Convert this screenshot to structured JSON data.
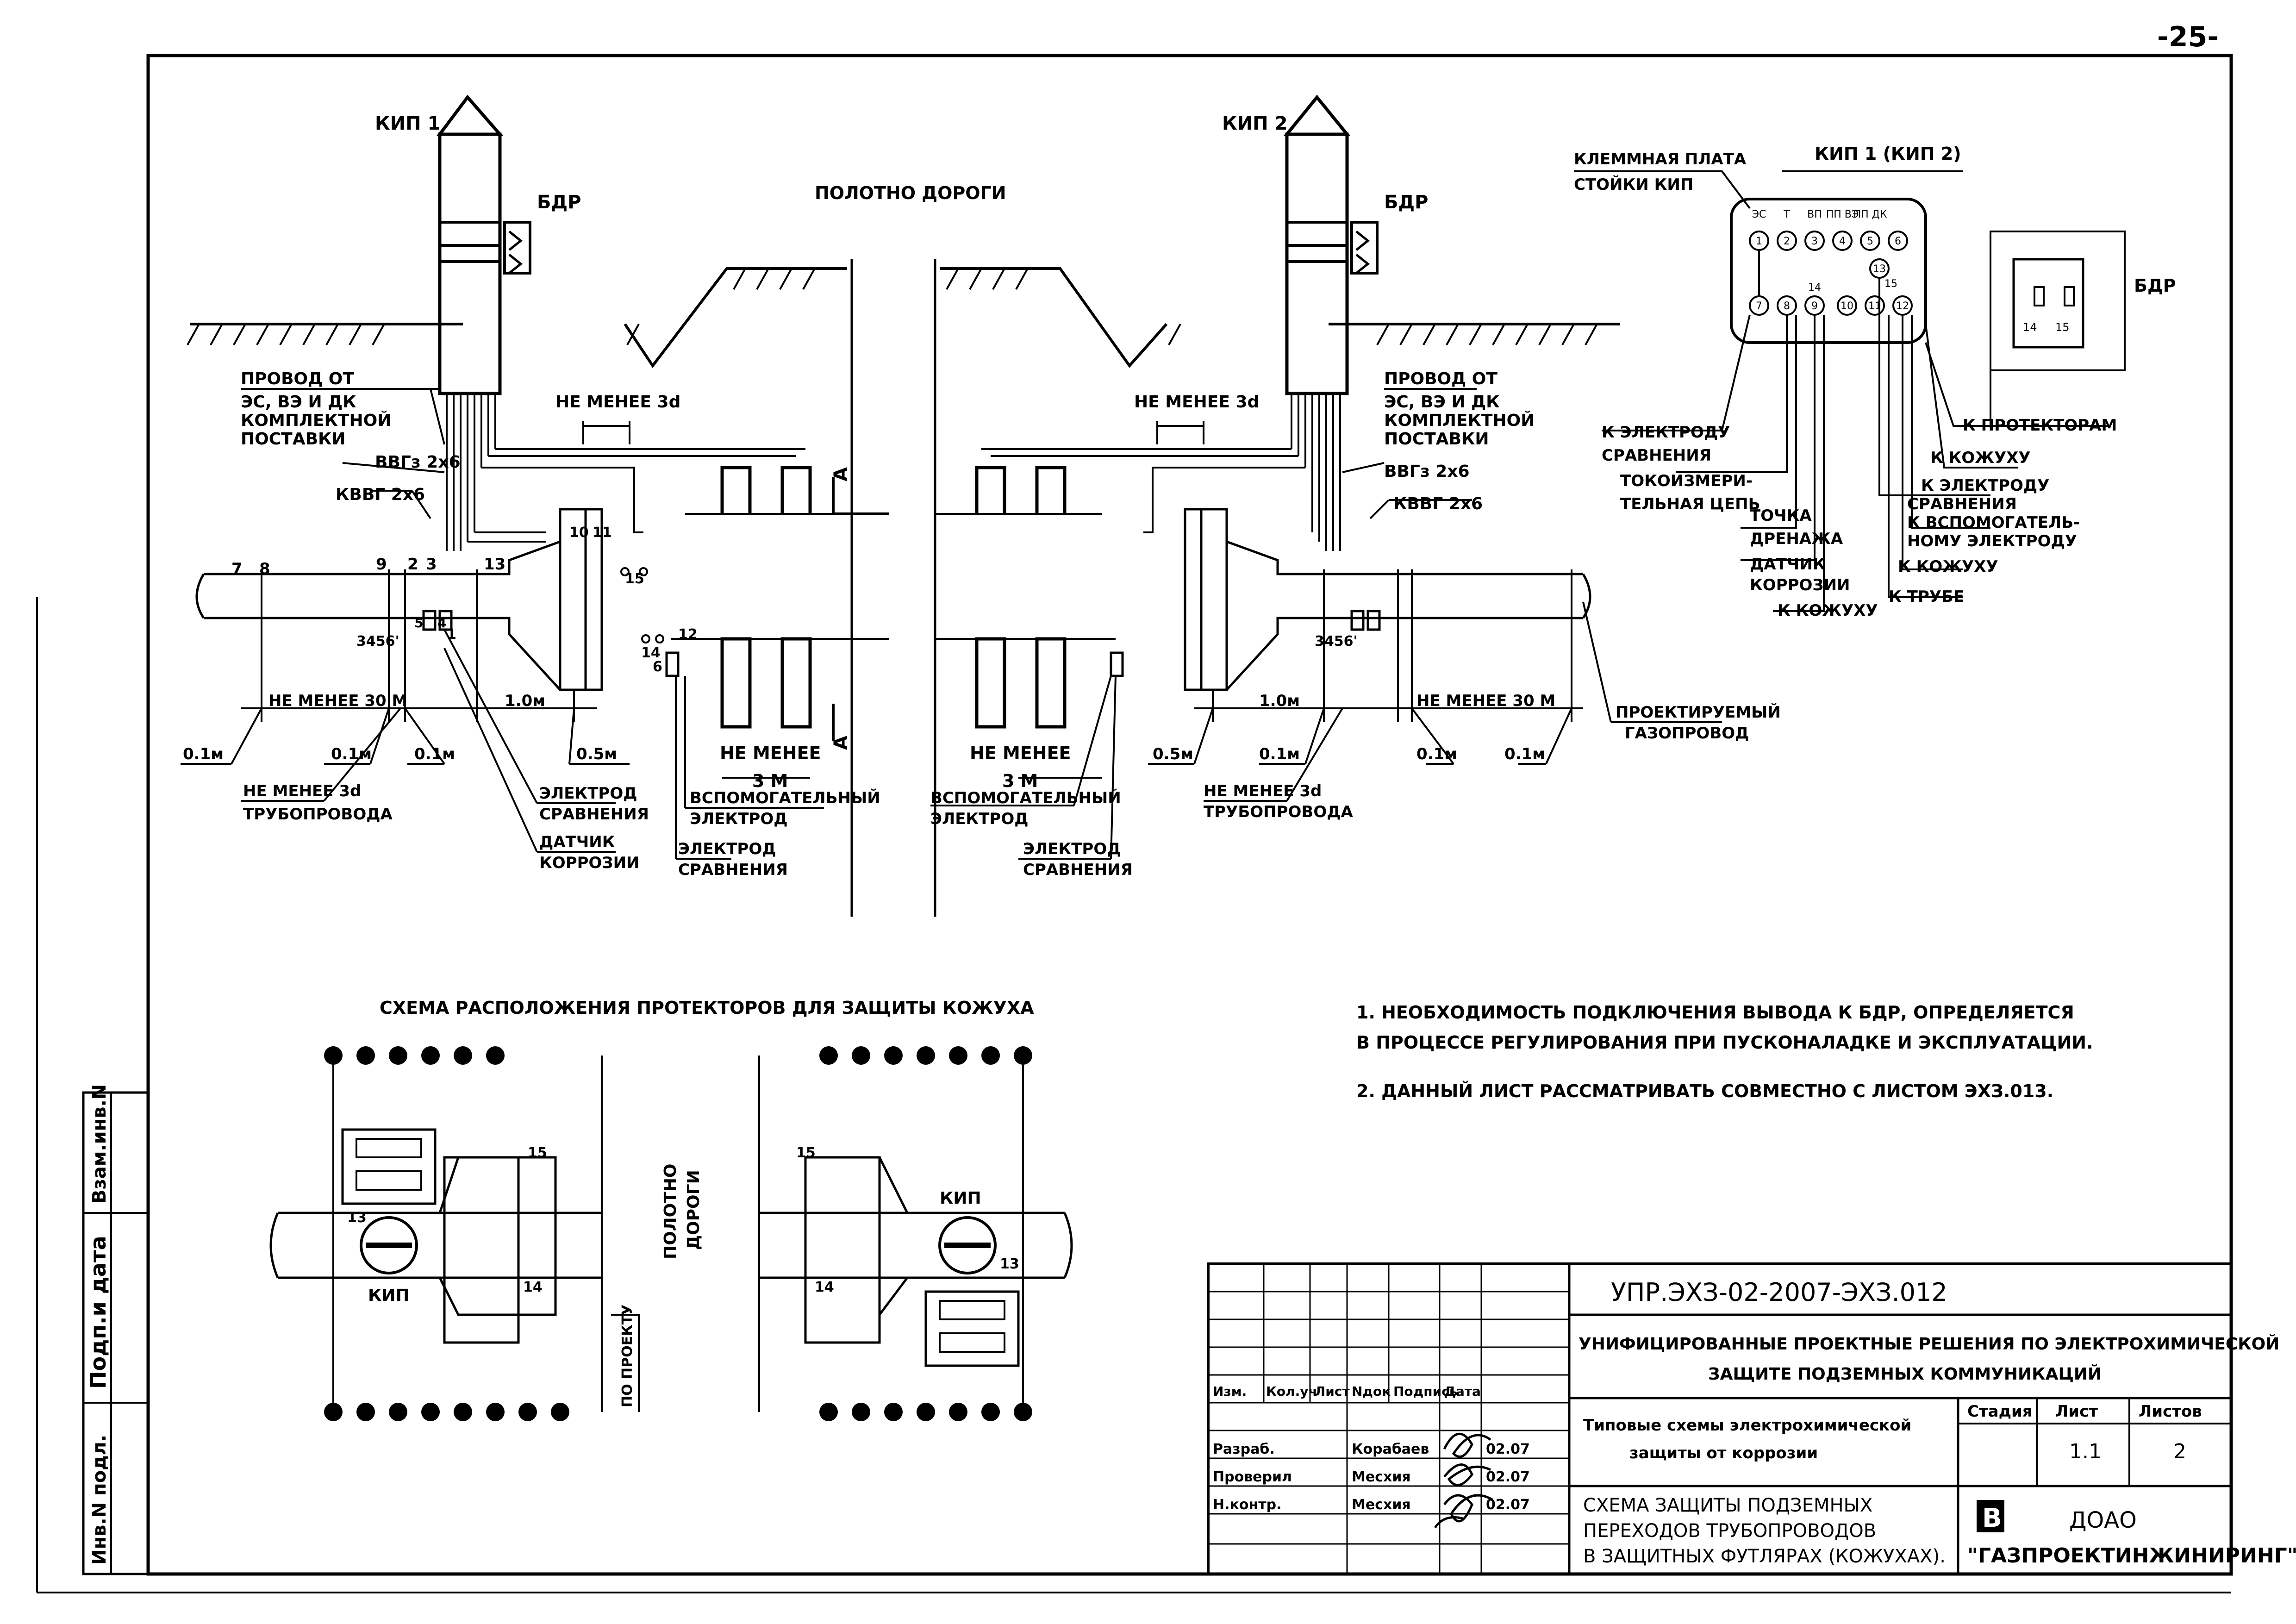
{
  "page_number": "-25-",
  "left_diagram": {
    "kip_label": "КИП 1",
    "bdr_label": "БДР",
    "wire_label_lines": [
      "ПРОВОД ОТ",
      "ЭС, ВЭ И ДК",
      "КОМПЛЕКТНОЙ",
      "ПОСТАВКИ"
    ],
    "cable1": "ВВГз 2х6",
    "cable2": "КВВГ 2х6",
    "min_3d": "НЕ МЕНЕЕ 3d",
    "min_30m": "НЕ МЕНЕЕ 30 М",
    "dim_1m": "1.0м",
    "dim_01": "0.1м",
    "dim_05": "0.5м",
    "angle": "3456'",
    "min_3d_pipe_lines": [
      "НЕ МЕНЕЕ 3d",
      "ТРУБОПРОВОДА"
    ],
    "ref_electrode_lines": [
      "ЭЛЕКТРОД",
      "СРАВНЕНИЯ"
    ],
    "corrosion_sensor_lines": [
      "ДАТЧИК",
      "КОРРОЗИИ"
    ],
    "min_3m_lines": [
      "НЕ МЕНЕЕ",
      "3 М"
    ],
    "aux_electrode_lines": [
      "ВСПОМОГАТЕЛЬНЫЙ",
      "ЭЛЕКТРОД"
    ],
    "ref_electrode2_lines": [
      "ЭЛЕКТРОД",
      "СРАВНЕНИЯ"
    ],
    "section_mark": "А",
    "numbers": [
      "7",
      "8",
      "9",
      "2",
      "3",
      "13",
      "10",
      "11",
      "14",
      "15",
      "12",
      "6",
      "1",
      "5",
      "4"
    ]
  },
  "road_label": "ПОЛОТНО ДОРОГИ",
  "right_diagram": {
    "kip_label": "КИП 2",
    "bdr_label": "БДР",
    "wire_label_lines": [
      "ПРОВОД ОТ",
      "ЭС, ВЭ И ДК",
      "КОМПЛЕКТНОЙ",
      "ПОСТАВКИ"
    ],
    "cable1": "ВВГз 2х6",
    "cable2": "КВВГ 2х6",
    "min_3d": "НЕ МЕНЕЕ 3d",
    "min_30m": "НЕ МЕНЕЕ 30 М",
    "dim_1m": "1.0м",
    "dim_01": "0.1м",
    "dim_05": "0.5м",
    "angle": "3456'",
    "min_3d_pipe_lines": [
      "НЕ МЕНЕЕ 3d",
      "ТРУБОПРОВОДА"
    ],
    "min_3m_lines": [
      "НЕ МЕНЕЕ",
      "3 М"
    ],
    "aux_electrode_lines": [
      "ВСПОМОГАТЕЛЬНЫЙ",
      "ЭЛЕКТРОД"
    ],
    "ref_electrode_lines": [
      "ЭЛЕКТРОД",
      "СРАВНЕНИЯ"
    ],
    "projected_pipe_lines": [
      "ПРОЕКТИРУЕМЫЙ",
      "ГАЗОПРОВОД"
    ],
    "section_mark": "А"
  },
  "terminal_diagram": {
    "title": "КИП 1 (КИП 2)",
    "plate_label_lines": [
      "КЛЕММНАЯ ПЛАТА",
      "СТОЙКИ КИП"
    ],
    "top_codes": [
      "ЭС",
      "Т",
      "ВП",
      "ПП\nВЭ",
      "ПП\nДК"
    ],
    "terminals_row1": [
      "1",
      "2",
      "3",
      "4",
      "5",
      "6"
    ],
    "terminals_row2": [
      "7",
      "8",
      "9",
      "10",
      "11",
      "12"
    ],
    "extra_terminals": [
      "13",
      "14",
      "15"
    ],
    "bdr_label": "БДР",
    "bdr_terminals": [
      "14",
      "15"
    ],
    "left_labels": [
      [
        "К ЭЛЕКТРОДУ",
        "СРАВНЕНИЯ"
      ],
      [
        "ТОКОИЗМЕРИ-",
        "ТЕЛЬНАЯ ЦЕПЬ"
      ],
      [
        "ТОЧКА",
        "ДРЕНАЖА"
      ],
      [
        "ДАТЧИК",
        "КОРРОЗИИ"
      ],
      [
        "К КОЖУХУ"
      ]
    ],
    "right_labels": [
      [
        "К ПРОТЕКТОРАМ"
      ],
      [
        "К КОЖУХУ"
      ],
      [
        "К ЭЛЕКТРОДУ",
        "СРАВНЕНИЯ"
      ],
      [
        "К ВСПОМОГАТЕЛЬ-",
        "НОМУ ЭЛЕКТРОДУ"
      ],
      [
        "К КОЖУХУ"
      ],
      [
        "К ТРУБЕ"
      ]
    ]
  },
  "protector_scheme": {
    "title": "СХЕМА РАСПОЛОЖЕНИЯ ПРОТЕКТОРОВ ДЛЯ ЗАЩИТЫ КОЖУХА",
    "kip_label": "КИП",
    "road_label_lines": [
      "ПОЛОТНО",
      "ДОРОГИ"
    ],
    "project_label": "ПО ПРОЕКТУ",
    "numbers": [
      "15",
      "14",
      "13"
    ]
  },
  "notes": [
    "1. НЕОБХОДИМОСТЬ ПОДКЛЮЧЕНИЯ ВЫВОДА К БДР, ОПРЕДЕЛЯЕТСЯ",
    "В ПРОЦЕССЕ РЕГУЛИРОВАНИЯ ПРИ ПУСКОНАЛАДКЕ И ЭКСПЛУАТАЦИИ.",
    "2. ДАННЫЙ ЛИСТ РАССМАТРИВАТЬ СОВМЕСТНО С ЛИСТОМ ЭХЗ.013."
  ],
  "side_stamp": [
    "Инв.N подл.",
    "Подп.и дата",
    "Взам.инв.N"
  ],
  "title_block": {
    "doc_code": "УПР.ЭХЗ-02-2007-ЭХЗ.012",
    "project_lines": [
      "УНИФИЦИРОВАННЫЕ ПРОЕКТНЫЕ РЕШЕНИЯ ПО ЭЛЕКТРОХИМИЧЕСКОЙ",
      "ЗАЩИТЕ ПОДЗЕМНЫХ КОММУНИКАЦИЙ"
    ],
    "rev_headers": [
      "Изм.",
      "Кол.уч",
      "Лист",
      "Nдок",
      "Подпись",
      "Дата"
    ],
    "roles": [
      "Разраб.",
      "Проверил",
      "Н.контр."
    ],
    "names": [
      "Корабаев",
      "Месхия",
      "Месхия"
    ],
    "dates": [
      "02.07",
      "02.07",
      "02.07"
    ],
    "series_lines": [
      "Типовые схемы электрохимической",
      "защиты от коррозии"
    ],
    "stage_header": "Стадия",
    "sheet_header": "Лист",
    "sheets_header": "Листов",
    "sheet_value": "1.1",
    "sheets_value": "2",
    "drawing_title_lines": [
      "СХЕМА ЗАЩИТЫ ПОДЗЕМНЫХ",
      "ПЕРЕХОДОВ ТРУБОПРОВОДОВ",
      "В ЗАЩИТНЫХ ФУТЛЯРАХ (КОЖУХАХ)."
    ],
    "company_lines": [
      "ДОАО",
      "\"ГАЗПРОЕКТИНЖИНИРИНГ\""
    ],
    "logo_letter": "В"
  }
}
